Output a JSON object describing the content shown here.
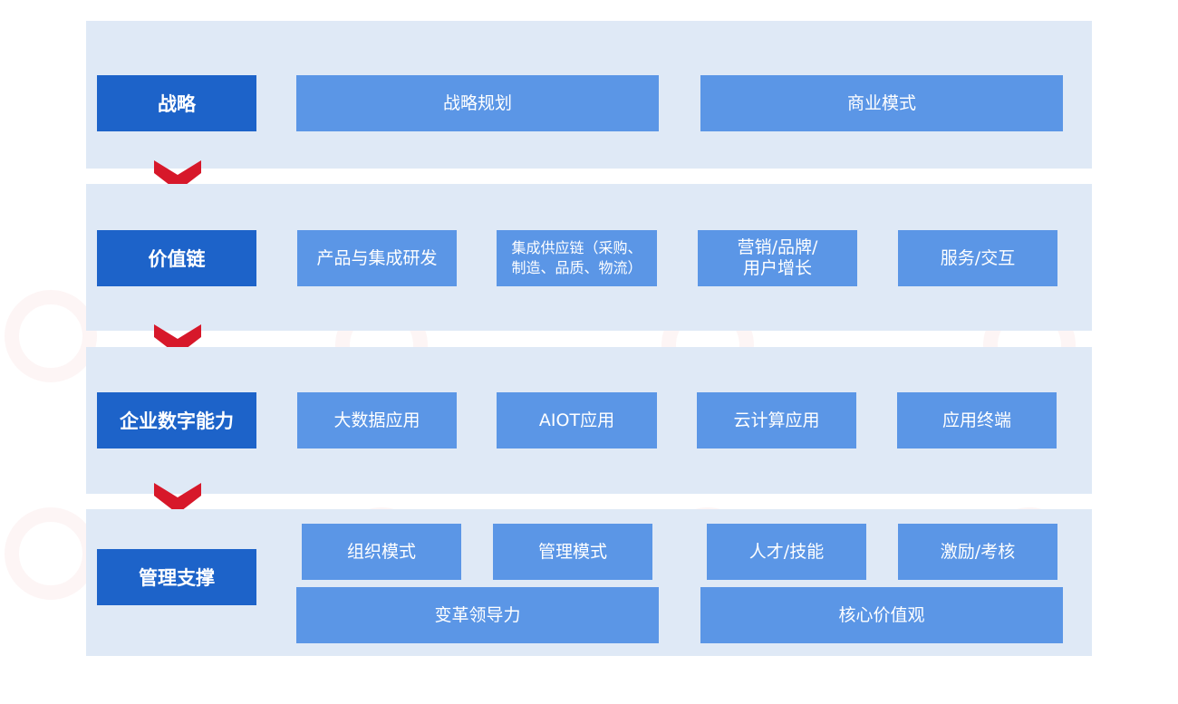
{
  "colors": {
    "band_background": "#dfe9f6",
    "label_fill": "#1d63c9",
    "cell_fill": "#5b96e6",
    "arrow_fill": "#d7182a",
    "text": "#ffffff"
  },
  "rows": [
    {
      "label": "战略",
      "items": [
        "战略规划",
        "商业模式"
      ]
    },
    {
      "label": "价值链",
      "items": [
        "产品与集成研发",
        "集成供应链（采购、\n制造、品质、物流）",
        "营销/品牌/\n用户增长",
        "服务/交互"
      ]
    },
    {
      "label": "企业数字能力",
      "items": [
        "大数据应用",
        "AIOT应用",
        "云计算应用",
        "应用终端"
      ]
    },
    {
      "label": "管理支撑",
      "items": [
        "组织模式",
        "管理模式",
        "人才/技能",
        "激励/考核",
        "变革领导力",
        "核心价值观"
      ]
    }
  ],
  "arrow_icon": "chevron-down-icon"
}
